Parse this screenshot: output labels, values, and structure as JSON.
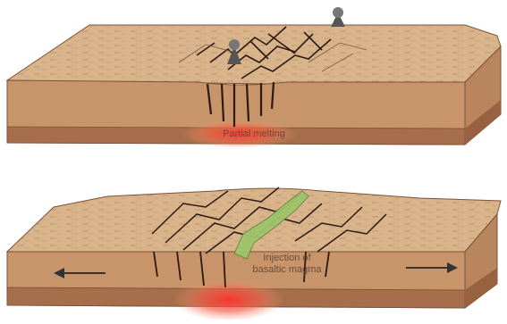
{
  "diagram": {
    "labels": {
      "partial_melting": "Partial melting",
      "injection_line1": "Injection of",
      "injection_line2": "basaltic magma"
    },
    "colors": {
      "crust_top": "#d9b48a",
      "crust_side": "#c8956a",
      "crust_front_lower": "#b27a55",
      "mantle_band": "#a66e4a",
      "crack": "#2a1a12",
      "melt": "#e8423a",
      "magma": "#9bc46a",
      "volcano": "#555555",
      "text": "#6b4a3a",
      "arrow": "#333333"
    },
    "icons": [
      "volcano-icon",
      "left-arrow-icon",
      "right-arrow-icon"
    ]
  }
}
